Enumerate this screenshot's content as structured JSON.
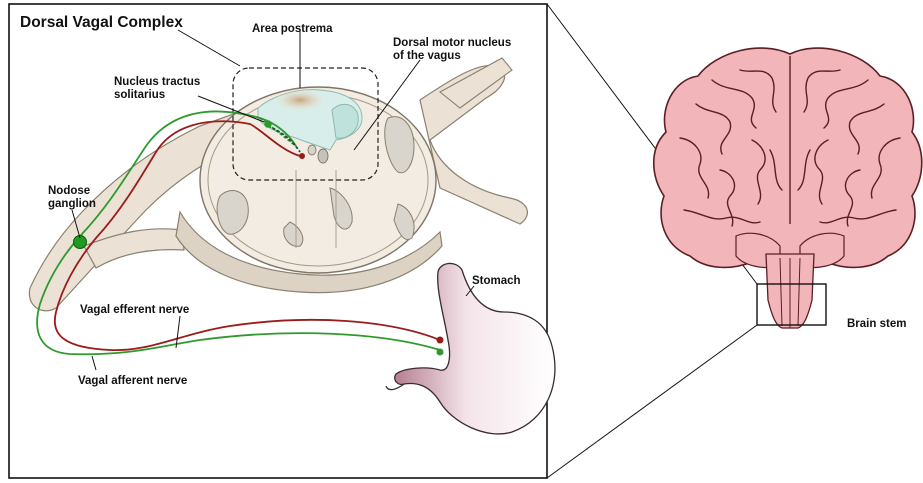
{
  "title": "Dorsal Vagal Complex",
  "labels": {
    "area_postrema": "Area postrema",
    "dmnv_line1": "Dorsal motor nucleus",
    "dmnv_line2": "of the vagus",
    "nts_line1": "Nucleus tractus",
    "nts_line2": "solitarius",
    "nodose_line1": "Nodose",
    "nodose_line2": "ganglion",
    "stomach": "Stomach",
    "efferent": "Vagal efferent nerve",
    "afferent": "Vagal afferent nerve",
    "brain_stem": "Brain stem"
  },
  "colors": {
    "efferent_nerve": "#9b1b1b",
    "afferent_nerve": "#2e9a2e",
    "brain_tissue": "#f2b6ba",
    "brain_stroke": "#5a1e24",
    "stomach": "#c99aa9",
    "dvc_region": "#d8eeea",
    "spinal_tissue": "#ede6da"
  }
}
